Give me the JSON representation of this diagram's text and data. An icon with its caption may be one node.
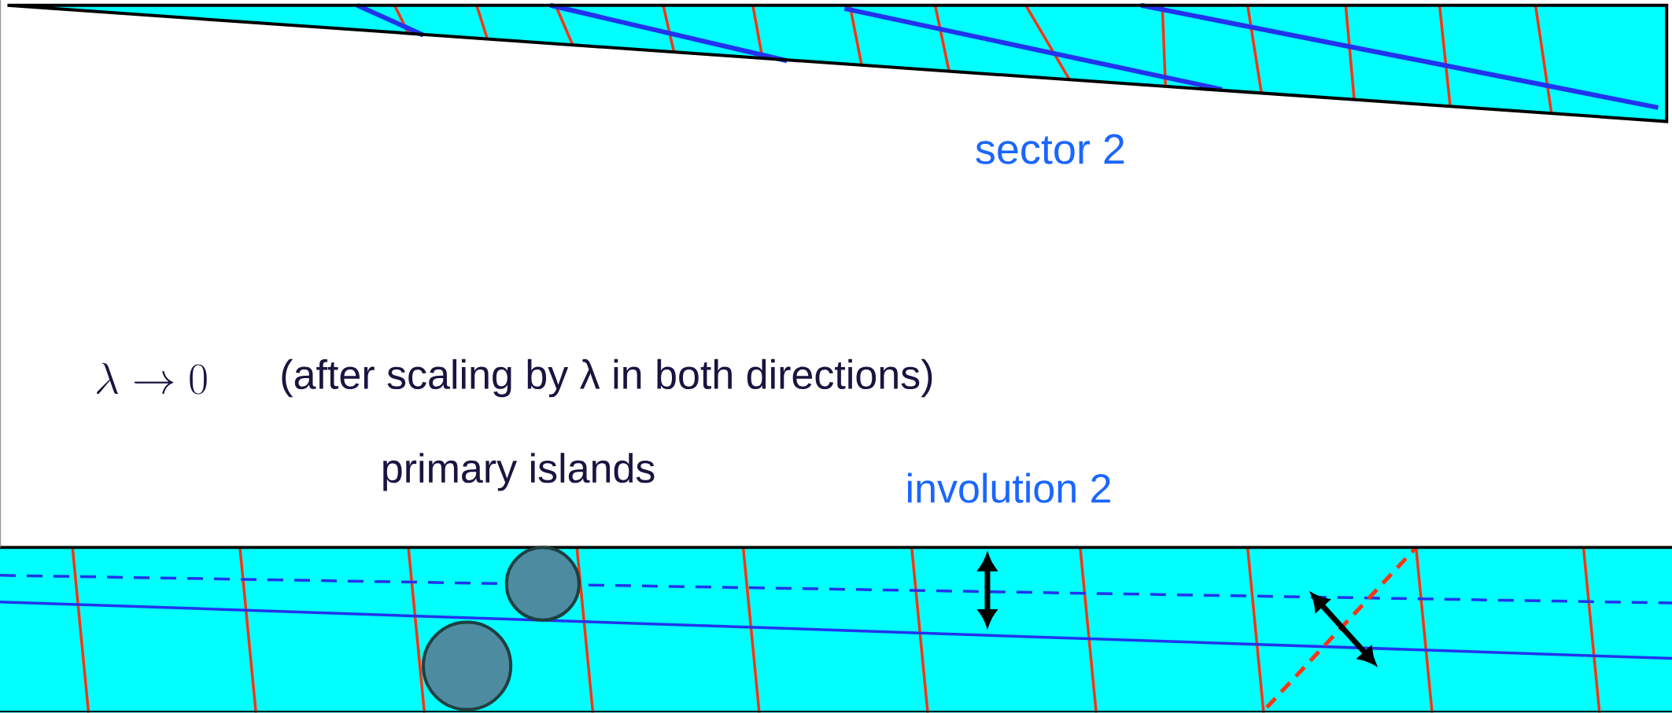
{
  "diagram": {
    "labels": [
      "sector 2",
      "\\lambda \\to 0",
      "(after scaling by λ in both directions)",
      "primary islands",
      "involution 2"
    ]
  }
}
